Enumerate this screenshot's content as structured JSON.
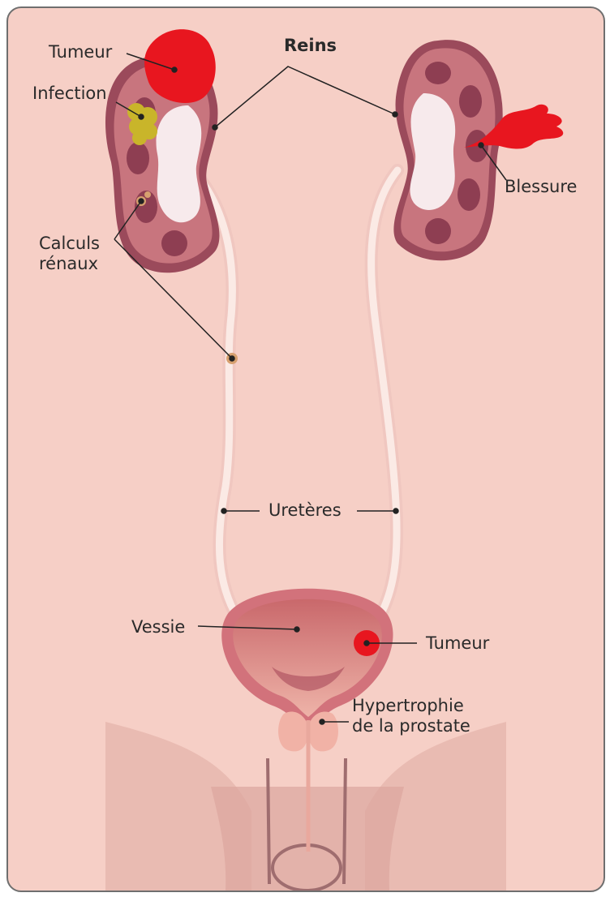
{
  "labels": {
    "tumeur_kidney": "Tumeur",
    "infection": "Infection",
    "reins": "Reins",
    "calculs_line1": "Calculs",
    "calculs_line2": "rénaux",
    "blessure": "Blessure",
    "ureteres": "Uretères",
    "vessie": "Vessie",
    "tumeur_bladder": "Tumeur",
    "prostate_line1": "Hypertrophie",
    "prostate_line2": "de la prostate"
  },
  "colors": {
    "background": "#f6cfc6",
    "kidney": "#c8757e",
    "kidney_dark": "#9b4a5b",
    "tumor": "#e8161f",
    "infection": "#c9b52a",
    "stone": "#d7a06f",
    "bladder": "#d2727b"
  }
}
